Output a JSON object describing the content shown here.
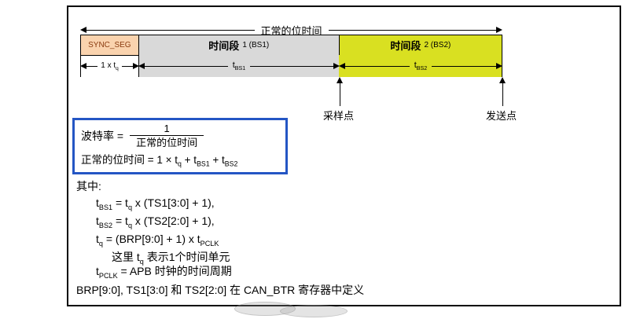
{
  "diagram": {
    "title": "正常的位时间",
    "sync_seg": "SYNC_SEG",
    "bs1": {
      "label": "时间段",
      "suffix": "1 (BS1)"
    },
    "bs2": {
      "label": "时间段",
      "suffix": "2 (BS2)"
    },
    "tq_label": [
      "1 x t",
      {
        "sub": "q"
      }
    ],
    "tbs1_label": [
      "t",
      {
        "sub": "BS1"
      }
    ],
    "tbs2_label": [
      "t",
      {
        "sub": "BS2"
      }
    ],
    "sample_point": "采样点",
    "transmit_point": "发送点"
  },
  "formula_box": {
    "baud_label": "波特率  =",
    "numerator": "1",
    "denominator": "正常的位时间",
    "bit_time_line": [
      "正常的位时间 = 1 × t",
      {
        "sub": "q"
      },
      " + t",
      {
        "sub": "BS1"
      },
      " + t",
      {
        "sub": "BS2"
      }
    ]
  },
  "definitions": {
    "where": "其中:",
    "line1": [
      "t",
      {
        "sub": "BS1"
      },
      " = t",
      {
        "sub": "q"
      },
      " x (TS1[3:0] + 1),"
    ],
    "line2": [
      "t",
      {
        "sub": "BS2"
      },
      " = t",
      {
        "sub": "q"
      },
      " x (TS2[2:0] + 1),"
    ],
    "line3": [
      "t",
      {
        "sub": "q"
      },
      " = (BRP[9:0] + 1) x t",
      {
        "sub": "PCLK"
      }
    ],
    "line4": [
      "这里 t",
      {
        "sub": "q"
      },
      " 表示1个时间单元"
    ],
    "line5": [
      "t",
      {
        "sub": "PCLK"
      },
      " = APB 时钟的时间周期"
    ],
    "footer": "BRP[9:0], TS1[3:0] 和 TS2[2:0] 在 CAN_BTR 寄存器中定义"
  },
  "colors": {
    "sync_seg_fill": "#FAD3AE",
    "bs1_fill": "#D9D9D9",
    "bs2_fill": "#D9E021",
    "formula_border": "#2456C4",
    "frame_border": "#000000"
  }
}
